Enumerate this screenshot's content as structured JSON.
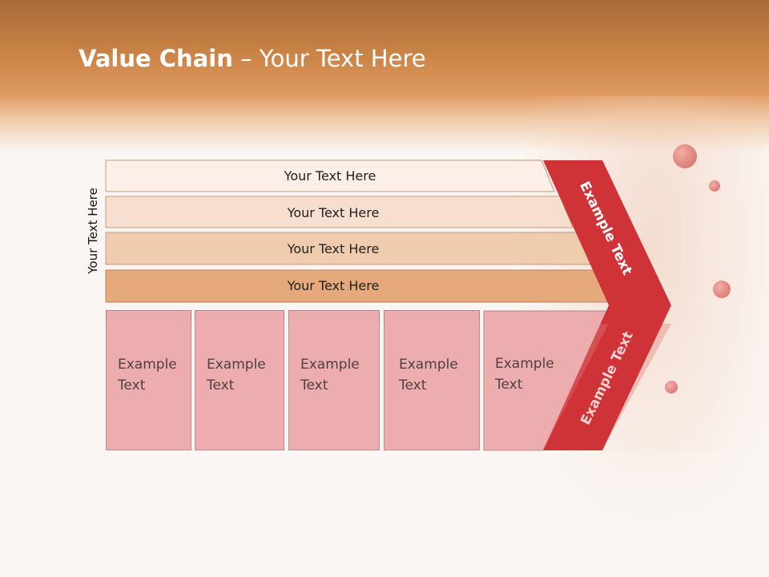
{
  "title": {
    "bold": "Value Chain",
    "rest": " – Your Text Here"
  },
  "side_label": "Your Text Here",
  "bars": [
    {
      "label": "Your Text Here",
      "color": "#fbefe7"
    },
    {
      "label": "Your Text Here",
      "color": "#f7dfcf"
    },
    {
      "label": "Your Text Here",
      "color": "#f0ccae"
    },
    {
      "label": "Your Text Here",
      "color": "#e6a97c"
    }
  ],
  "boxes": [
    {
      "line1": "Example",
      "line2": "Text"
    },
    {
      "line1": "Example",
      "line2": "Text"
    },
    {
      "line1": "Example",
      "line2": "Text"
    },
    {
      "line1": "Example",
      "line2": "Text"
    },
    {
      "line1": "Example",
      "line2": "Text"
    }
  ],
  "arrow": {
    "upper_label": "Example Text",
    "lower_label": "Example Text",
    "color": "#cf3337"
  }
}
